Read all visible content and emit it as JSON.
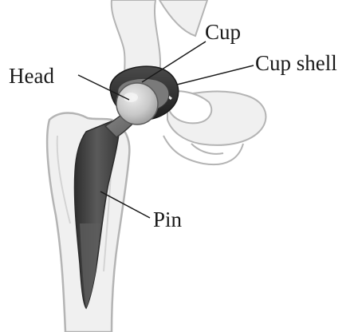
{
  "diagram": {
    "labels": {
      "cup": "Cup",
      "cup_shell": "Cup shell",
      "head": "Head",
      "pin": "Pin"
    },
    "colors": {
      "bone_fill": "#f0f0f0",
      "bone_outline": "#b4b4b4",
      "stem_dark": "#3c3c3c",
      "head_light": "#c8c8c8",
      "leader_line": "#1a1a1a"
    }
  }
}
